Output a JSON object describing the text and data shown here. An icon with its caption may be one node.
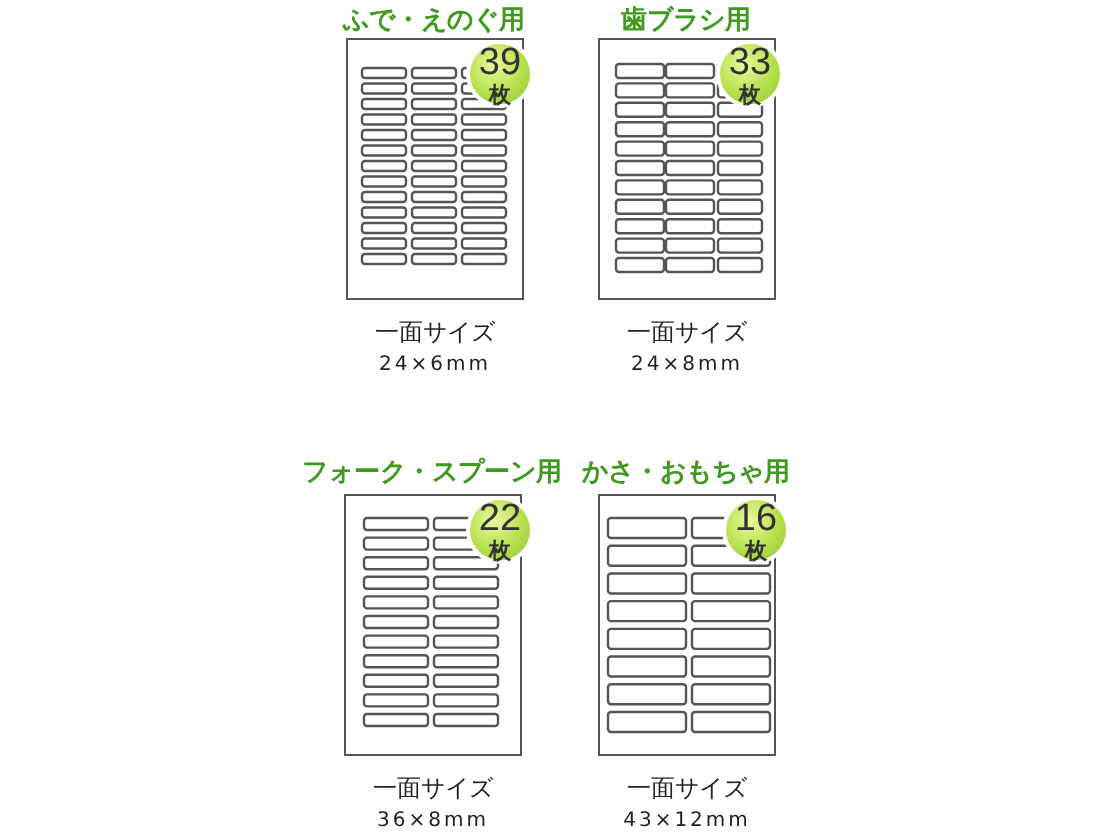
{
  "diagram": {
    "nodes": [
      {
        "text": [
          "ふで・えのぐ用"
        ]
      },
      {
        "text": [
          "39",
          "枚"
        ]
      },
      {
        "text": [
          "歯ブラシ用"
        ]
      },
      {
        "text": [
          "33",
          "枚"
        ]
      },
      {
        "text": [
          "フォーク・スプーン用"
        ]
      },
      {
        "text": [
          "22",
          "枚"
        ]
      },
      {
        "text": [
          "かさ・おもちゃ用"
        ]
      },
      {
        "text": [
          "16",
          "枚"
        ]
      }
    ],
    "labels": [
      "一面サイズ",
      "一面サイズ",
      "24×6mm",
      "24×8mm",
      "一面サイズ",
      "一面サイズ",
      "36×8mm",
      "43×12mm"
    ]
  }
}
